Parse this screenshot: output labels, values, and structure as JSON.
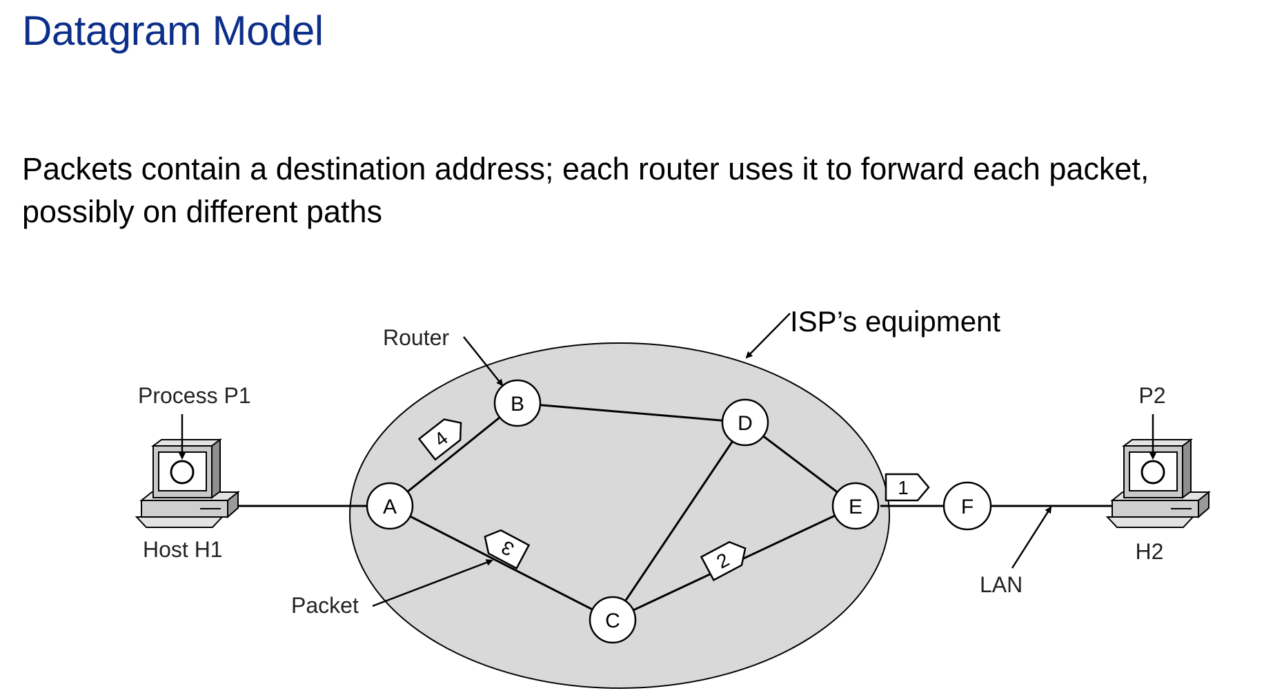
{
  "slide": {
    "title": "Datagram Model",
    "body": "Packets contain a destination address; each router uses it to forward each packet, possibly on different paths"
  },
  "diagram": {
    "isp_label": "ISP’s equipment",
    "router_callout": "Router",
    "packet_callout": "Packet",
    "lan_callout": "LAN",
    "host1": {
      "process_label": "Process P1",
      "host_label": "Host H1"
    },
    "host2": {
      "process_label": "P2",
      "host_label": "H2"
    },
    "routers": {
      "A": "A",
      "B": "B",
      "C": "C",
      "D": "D",
      "E": "E",
      "F": "F"
    },
    "packets": {
      "p1": "1",
      "p2": "2",
      "p3": "3",
      "p4": "4"
    }
  },
  "colors": {
    "title": "#0d2f8a",
    "isp_cloud": "#d9d9d9",
    "computer_case": "#cfcfcf"
  }
}
